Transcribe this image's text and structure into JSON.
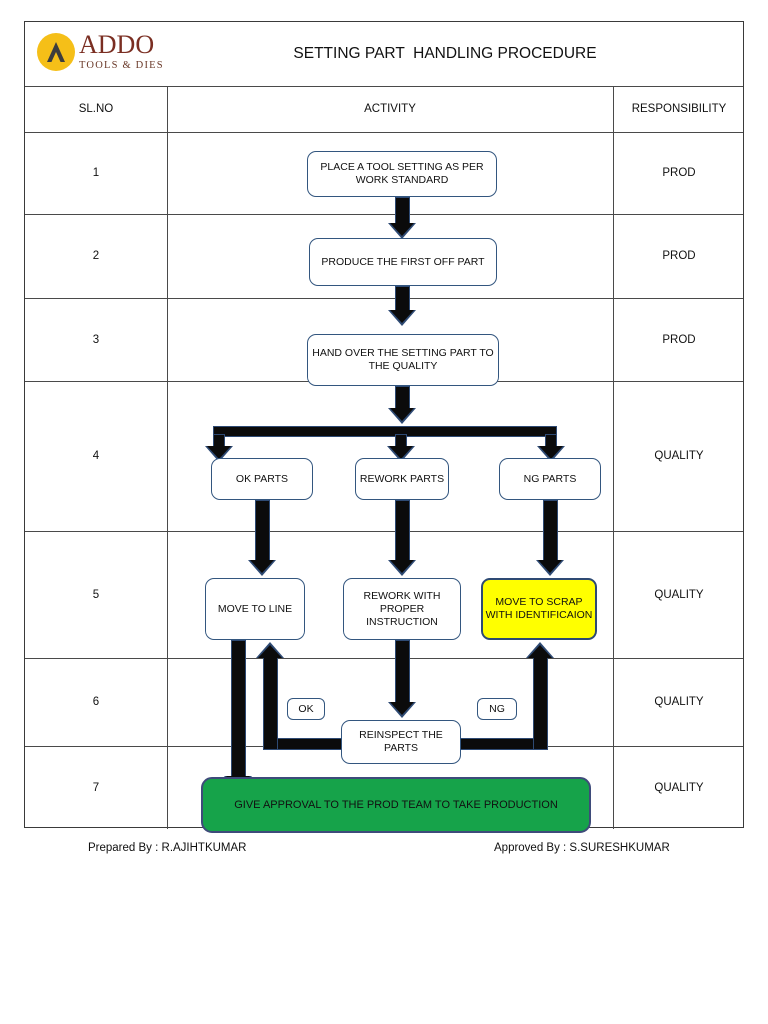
{
  "header": {
    "logo": {
      "word": "ADDO",
      "subtitle": "TOOLS & DIES",
      "circle_color": "#F5BF18",
      "word_color": "#7A2E22"
    },
    "title": "SETTING PART  HANDLING PROCEDURE"
  },
  "columns": {
    "sl_no": "SL.NO",
    "activity": "ACTIVITY",
    "responsibility": "RESPONSIBILITY"
  },
  "rows": [
    {
      "sl_no": "1",
      "responsibility": "PROD"
    },
    {
      "sl_no": "2",
      "responsibility": "PROD"
    },
    {
      "sl_no": "3",
      "responsibility": "PROD"
    },
    {
      "sl_no": "4",
      "responsibility": "QUALITY"
    },
    {
      "sl_no": "5",
      "responsibility": "QUALITY"
    },
    {
      "sl_no": "6",
      "responsibility": "QUALITY"
    },
    {
      "sl_no": "7",
      "responsibility": "QUALITY"
    }
  ],
  "flow": {
    "nodes": [
      {
        "id": "place-tool-setting",
        "label": "PLACE A TOOL SETTING AS PER WORK STANDARD"
      },
      {
        "id": "produce-first-off",
        "label": "PRODUCE THE FIRST OFF PART"
      },
      {
        "id": "hand-over-setting",
        "label": "HAND OVER THE SETTING PART TO THE QUALITY"
      },
      {
        "id": "ok-parts",
        "label": "OK PARTS"
      },
      {
        "id": "rework-parts",
        "label": "REWORK PARTS"
      },
      {
        "id": "ng-parts",
        "label": "NG PARTS"
      },
      {
        "id": "move-to-line",
        "label": "MOVE TO LINE"
      },
      {
        "id": "rework-instruction",
        "label": "REWORK WITH PROPER INSTRUCTION"
      },
      {
        "id": "move-to-scrap",
        "label": "MOVE TO SCRAP WITH IDENTIFICAION",
        "fill": "#FFFF00"
      },
      {
        "id": "reinspect-parts",
        "label": "REINSPECT THE PARTS"
      },
      {
        "id": "give-approval",
        "label": "GIVE APPROVAL TO THE PROD TEAM TO TAKE PRODUCTION",
        "fill": "#16A34A"
      }
    ],
    "labels": {
      "ok": "OK",
      "ng": "NG"
    }
  },
  "footer": {
    "prepared_by": "Prepared By : R.AJIHTKUMAR",
    "approved_by": "Approved By : S.SURESHKUMAR"
  }
}
